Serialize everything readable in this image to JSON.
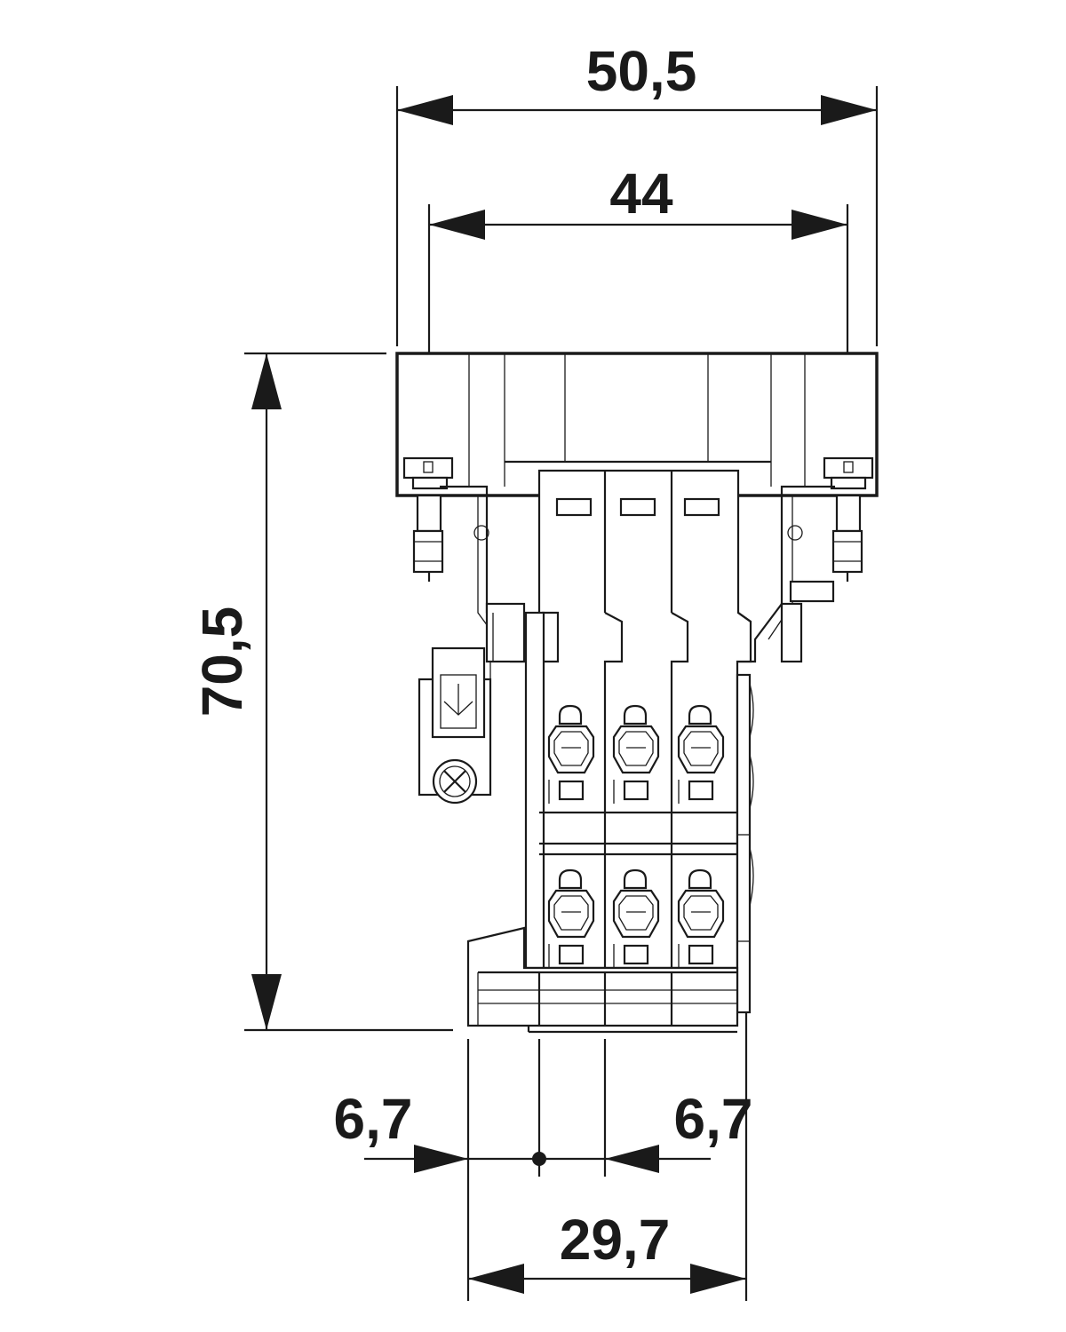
{
  "dimensions": {
    "overall_width": "50,5",
    "mounting_width": "44",
    "height": "70,5",
    "pitch_left": "6,7",
    "pitch_right": "6,7",
    "base_width": "29,7"
  },
  "colors": {
    "line": "#1a1a1a",
    "background": "#ffffff"
  },
  "terminals": {
    "columns": 3,
    "rows": 2
  }
}
